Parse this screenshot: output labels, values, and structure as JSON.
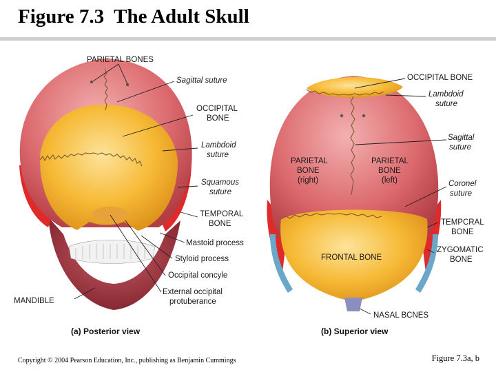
{
  "title": "Figure 7.3  The Adult Skull",
  "posterior": {
    "caption": "(a) Posterior view",
    "labels": {
      "parietal_bones": "PARIETAL BONES",
      "sagittal_suture": "Sagittal suture",
      "occipital_bone_1": "OCCIPITAL",
      "occipital_bone_2": "BONE",
      "lambdoid_1": "Lambdoid",
      "lambdoid_2": "suture",
      "squamous_1": "Squamous",
      "squamous_2": "suture",
      "temporal_1": "TEMPORAL",
      "temporal_2": "BONE",
      "mastoid": "Mastoid process",
      "styloid": "Styloid process",
      "condyle": "Occipital concyle",
      "protuberance_1": "External occipital",
      "protuberance_2": "protuberance",
      "mandible": "MANDIBLE"
    }
  },
  "superior": {
    "caption": "(b) Superior view",
    "labels": {
      "occipital_bone": "OCCIPITAL BONE",
      "lambdoid_1": "Lambdoid",
      "lambdoid_2": "suture",
      "sagittal_1": "Sagittal",
      "sagittal_2": "suture",
      "parietal_right_1": "PARIETAL",
      "parietal_right_2": "BONE",
      "parietal_right_3": "(right)",
      "parietal_left_1": "PARIETAL",
      "parietal_left_2": "BONE",
      "parietal_left_3": "(left)",
      "coronal_1": "Coronel",
      "coronal_2": "suture",
      "temporal_1": "TEMPCRAL",
      "temporal_2": "BONE",
      "zygomatic_1": "ZYGOMATIC",
      "zygomatic_2": "BONE",
      "frontal_bone": "FRONTAL BONE",
      "nasal_bones": "NASAL BCNES"
    }
  },
  "footer": {
    "copyright": "Copyright © 2004 Pearson Education, Inc., publishing as Benjamin Cummings",
    "figure_ref": "Figure 7.3a, b"
  },
  "colors": {
    "parietal": "#d9666a",
    "occipital_frontal": "#f4b431",
    "temporal": "#e02a2a",
    "mandible": "#a0303a",
    "zygomatic": "#6aa7c8",
    "teeth": "#f2f2f2"
  }
}
